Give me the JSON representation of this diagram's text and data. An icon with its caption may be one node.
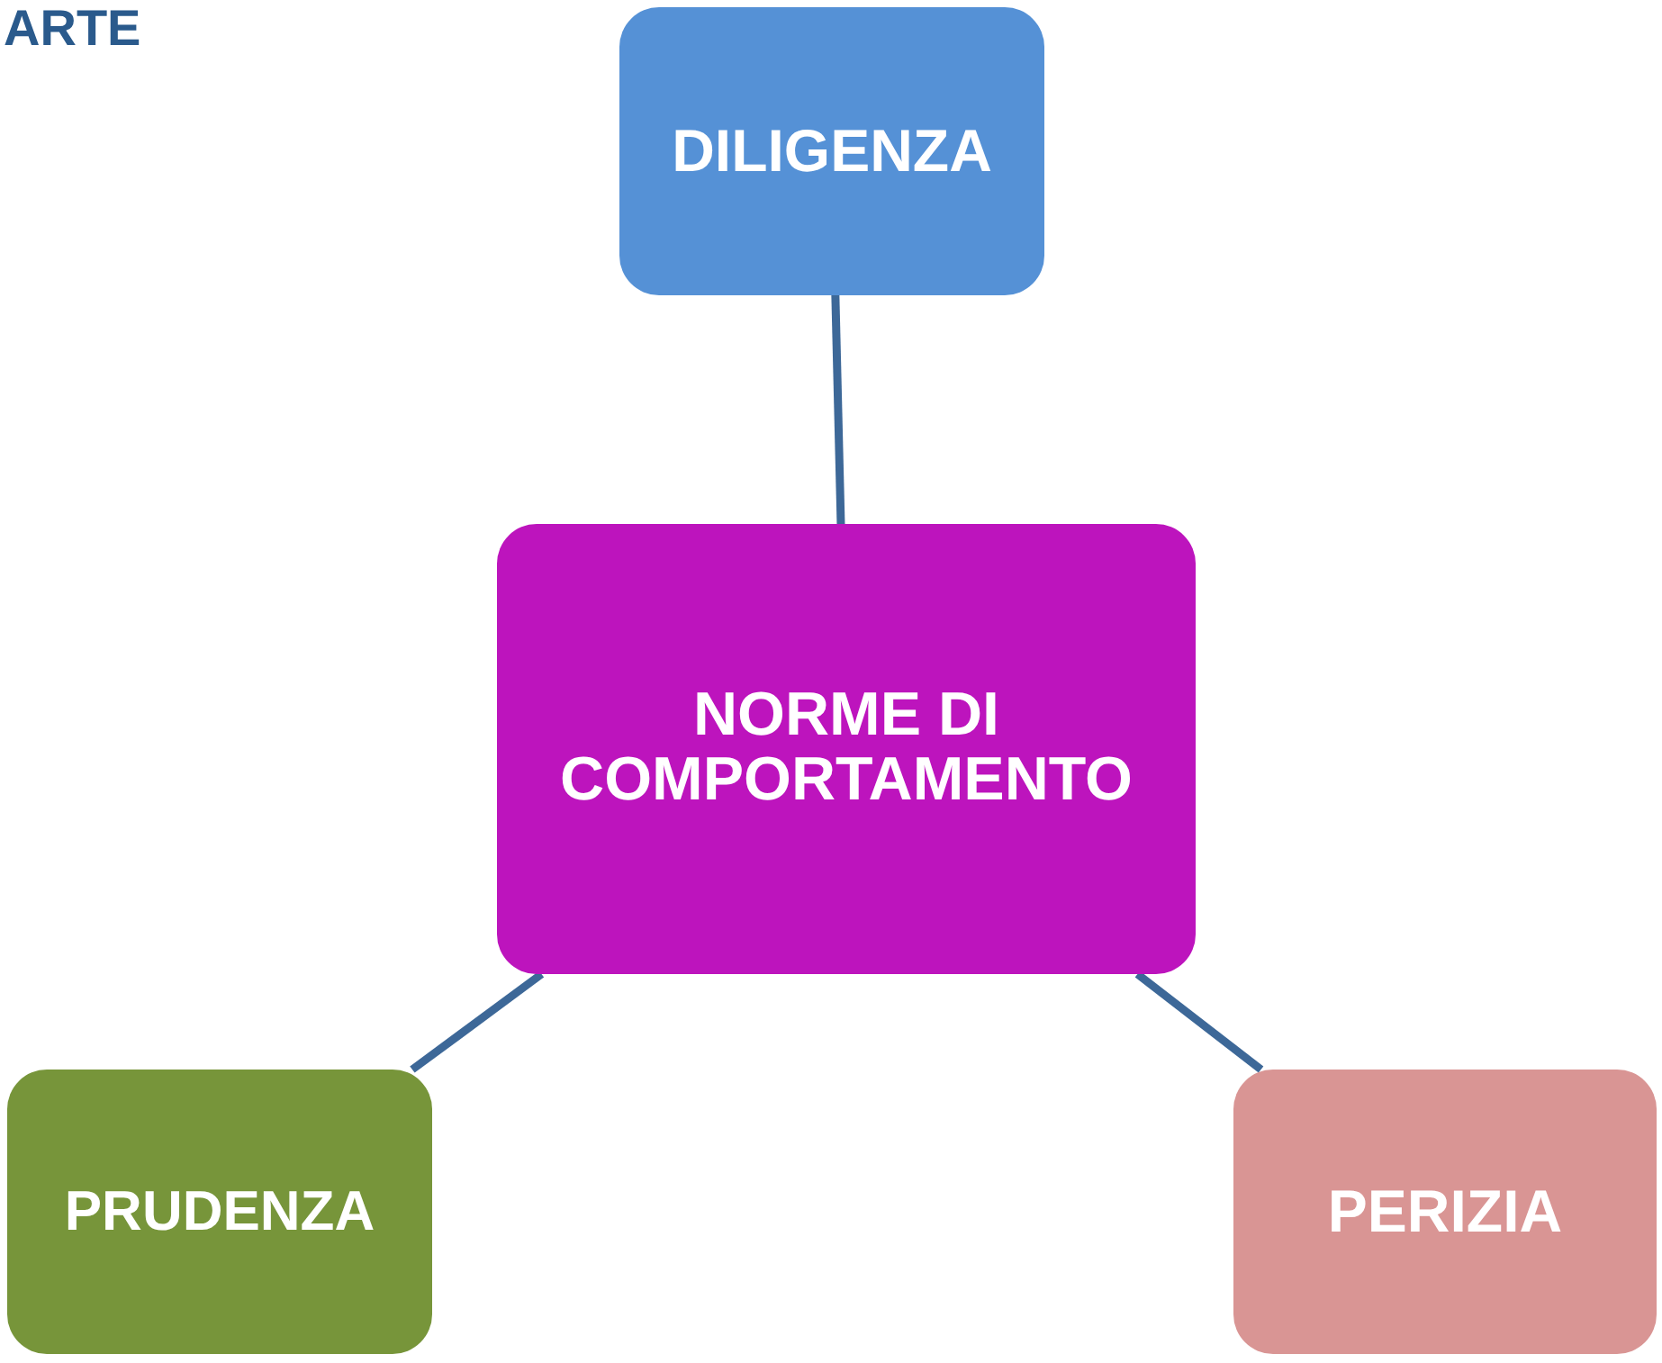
{
  "diagram": {
    "title": "ARTE",
    "nodes": [
      {
        "text": [
          "NORME DI COMPORTAMENTO"
        ]
      },
      {
        "text": [
          "DILIGENZA"
        ]
      },
      {
        "text": [
          "PRUDENZA"
        ]
      },
      {
        "text": [
          "PERIZIA"
        ]
      }
    ],
    "edges": [
      {
        "from": 0,
        "to": 1,
        "arrow": "none"
      },
      {
        "from": 0,
        "to": 2,
        "arrow": "none"
      },
      {
        "from": 0,
        "to": 3,
        "arrow": "none"
      }
    ]
  }
}
